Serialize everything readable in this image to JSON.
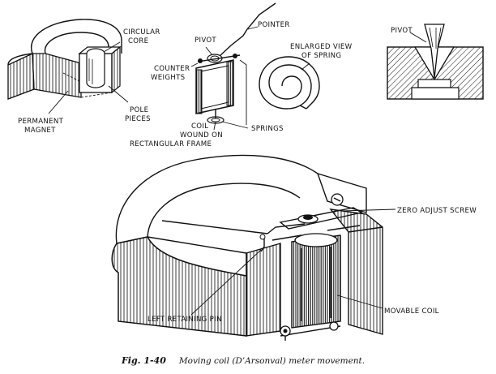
{
  "labels": {
    "circular_core": [
      "CIRCULAR",
      "CORE"
    ],
    "permanent_magnet": [
      "PERMANENT",
      "MAGNET"
    ],
    "pole_pieces": [
      "POLE",
      "PIECES"
    ],
    "pivot_top": "PIVOT",
    "pointer": "POINTER",
    "enlarged_view": [
      "ENLARGED VIEW",
      "OF SPRING"
    ],
    "counter_weights": [
      "COUNTER",
      "WEIGHTS"
    ],
    "coil_wound": [
      "COIL",
      "WOUND ON",
      "RECTANGULAR FRAME"
    ],
    "springs": "SPRINGS",
    "pivot_right": "PIVOT",
    "zero_adjust": "ZERO ADJUST SCREW",
    "left_retaining_pin": "LEFT RETAINING PIN",
    "movable_coil": "MOVABLE COIL"
  },
  "caption": {
    "fig": "Fig. 1-40",
    "text": "Moving coil (D’Arsonval) meter movement."
  }
}
